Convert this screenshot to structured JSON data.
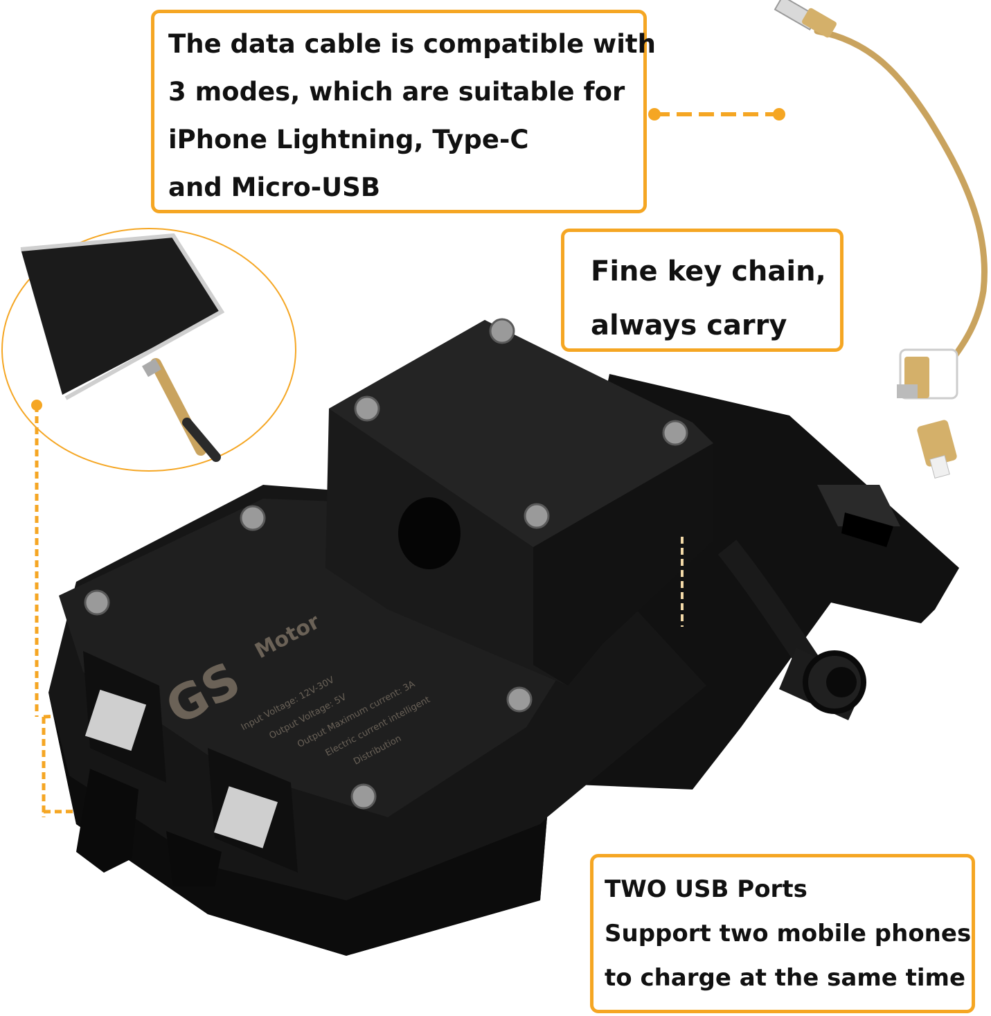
{
  "callouts": {
    "cable": {
      "lines": [
        "The data cable is compatible with",
        "3 modes, which are suitable for",
        "iPhone Lightning, Type-C",
        "and Micro-USB"
      ]
    },
    "keychain": {
      "lines": [
        "Fine key chain,",
        "always carry"
      ]
    },
    "usb_ports": {
      "lines": [
        "TWO USB Ports",
        "Support two mobile phones",
        "to charge at the same time"
      ]
    }
  },
  "product_label": {
    "logo": "GS",
    "brand": "Motor",
    "specs": [
      "Input Voltage: 12V-30V",
      "Output Voltage: 5V",
      "Output Maximum current: 3A",
      "Electric current intelligent",
      "Distribution"
    ]
  },
  "colors": {
    "accent": "#f5a623",
    "device_body": "#141414",
    "cable_gold": "#c9a35e"
  }
}
